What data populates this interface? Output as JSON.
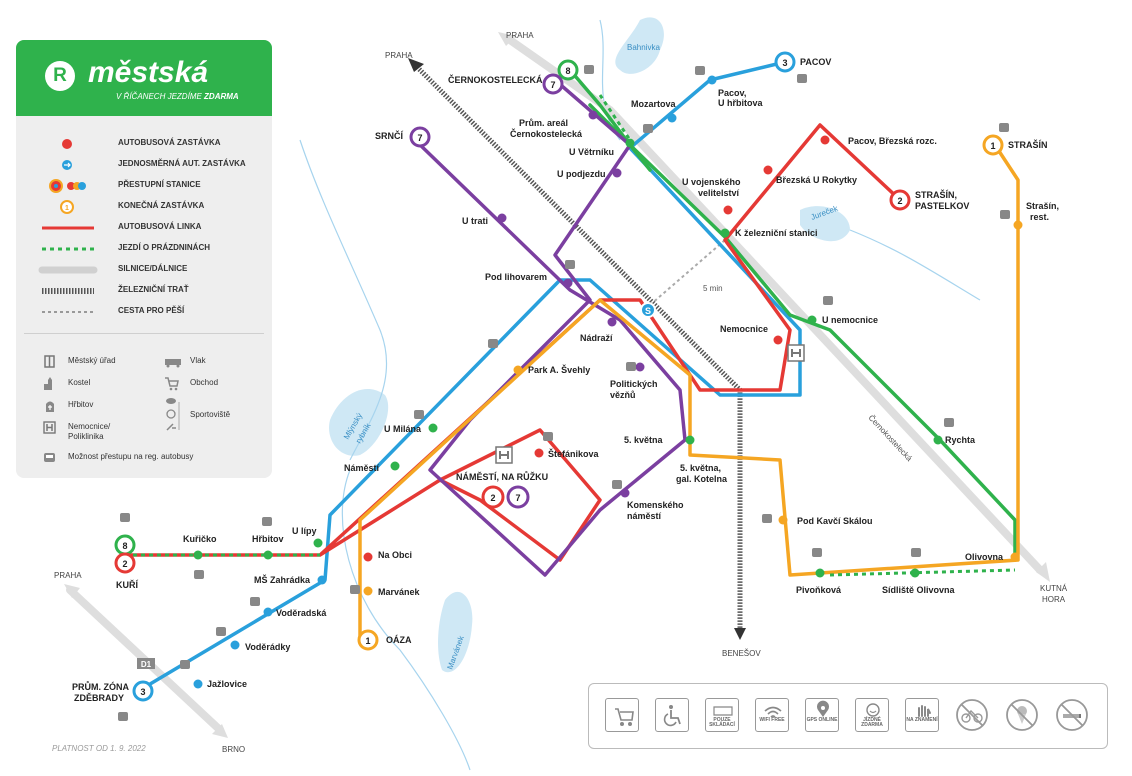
{
  "brand": {
    "logo_letter": "R",
    "name": "městská",
    "tagline_prefix": "V ŘÍČANECH JEZDÍME",
    "tagline_emph": "ZDARMA"
  },
  "legend": {
    "items": [
      {
        "label": "AUTOBUSOVÁ ZASTÁVKA"
      },
      {
        "label": "JEDNOSMĚRNÁ AUT. ZASTÁVKA"
      },
      {
        "label": "PŘESTUPNÍ STANICE"
      },
      {
        "label": "KONEČNÁ ZASTÁVKA"
      },
      {
        "label": "AUTOBUSOVÁ LINKA"
      },
      {
        "label": "JEZDÍ O PRÁZDNINÁCH"
      },
      {
        "label": "SILNICE/DÁLNICE"
      },
      {
        "label": "ŽELEZNIČNÍ TRAŤ"
      },
      {
        "label": "CESTA PRO PĚŠÍ"
      }
    ],
    "icons": {
      "town_hall": "Městský úřad",
      "train": "Vlak",
      "church": "Kostel",
      "shop": "Obchod",
      "cemetery": "Hřbitov",
      "hospital": "Nemocnice/ Poliklinika",
      "sports": "Sportoviště",
      "bus_transfer": "Možnost přestupu na reg. autobusy"
    },
    "hospital_lines": [
      "Nemocnice/",
      "Poliklinika"
    ]
  },
  "colors": {
    "line2": "#e53935",
    "line3": "#29a0dc",
    "line1": "#f5a623",
    "line7": "#7b3fa0",
    "line8": "#2fb24c",
    "road": "#dddddd",
    "water": "#cfe8f5"
  },
  "terminals": [
    {
      "num": "8",
      "name": "ČERNOKOSTELECKÁ"
    },
    {
      "num": "7",
      "name": "SRNČÍ"
    },
    {
      "num": "3",
      "name": "PACOV"
    },
    {
      "num": "1",
      "name": "STRAŠÍN"
    },
    {
      "num": "2",
      "name_lines": [
        "STRAŠÍN,",
        "PASTELKOV"
      ]
    },
    {
      "num": "8",
      "name": ""
    },
    {
      "num": "2",
      "name": "KUŘÍ"
    },
    {
      "num": "3",
      "name_lines": [
        "PRŮM. ZÓNA",
        "ZDĚBRADY"
      ]
    },
    {
      "num": "1",
      "name": "OÁZA"
    }
  ],
  "centre_stop": {
    "name": "NÁMĚSTÍ, NA RŮŽKU",
    "lines": [
      "2",
      "7"
    ]
  },
  "stops": [
    {
      "name_lines": [
        "Prům. areál",
        "Černokostelecká"
      ]
    },
    {
      "name_lines": [
        "Mozartova"
      ]
    },
    {
      "name_lines": [
        "Pacov,",
        "U hřbitova"
      ]
    },
    {
      "name_lines": [
        "U Větrníku"
      ]
    },
    {
      "name_lines": [
        "U podjezdu"
      ]
    },
    {
      "name_lines": [
        "U trati"
      ]
    },
    {
      "name_lines": [
        "Pod lihovarem"
      ]
    },
    {
      "name_lines": [
        "U vojenského",
        "velitelství"
      ]
    },
    {
      "name_lines": [
        "Březská U Rokytky"
      ]
    },
    {
      "name_lines": [
        "Pacov, Březská rozc."
      ]
    },
    {
      "name_lines": [
        "K železniční stanici"
      ]
    },
    {
      "name_lines": [
        "Strašín,",
        "rest."
      ]
    },
    {
      "name_lines": [
        "Nádraží"
      ]
    },
    {
      "name_lines": [
        "U nemocnice"
      ]
    },
    {
      "name_lines": [
        "Nemocnice"
      ]
    },
    {
      "name_lines": [
        "Park A. Švehly"
      ]
    },
    {
      "name_lines": [
        "Politických",
        "vězňů"
      ]
    },
    {
      "name_lines": [
        "U Milána"
      ]
    },
    {
      "name_lines": [
        "Náměstí"
      ]
    },
    {
      "name_lines": [
        "Štefánikova"
      ]
    },
    {
      "name_lines": [
        "5. května"
      ]
    },
    {
      "name_lines": [
        "5. května,",
        "gal. Kotelna"
      ]
    },
    {
      "name_lines": [
        "Komenského",
        "náměstí"
      ]
    },
    {
      "name_lines": [
        "Rychta"
      ]
    },
    {
      "name_lines": [
        "Kuřičko"
      ]
    },
    {
      "name_lines": [
        "Hřbitov"
      ]
    },
    {
      "name_lines": [
        "U lípy"
      ]
    },
    {
      "name_lines": [
        "Na Obci"
      ]
    },
    {
      "name_lines": [
        "MŠ Zahrádka"
      ]
    },
    {
      "name_lines": [
        "Marvánek"
      ]
    },
    {
      "name_lines": [
        "Voděradská"
      ]
    },
    {
      "name_lines": [
        "Voděrádky"
      ]
    },
    {
      "name_lines": [
        "Jažlovice"
      ]
    },
    {
      "name_lines": [
        "Pod Kavčí Skálou"
      ]
    },
    {
      "name_lines": [
        "Pivoňková"
      ]
    },
    {
      "name_lines": [
        "Sídliště Olivovna"
      ]
    },
    {
      "name_lines": [
        "Olivovna"
      ]
    }
  ],
  "directions": {
    "praha_top": "PRAHA",
    "praha_rail": "PRAHA",
    "praha_left": "PRAHA",
    "brno": "BRNO",
    "benesov": "BENEŠOV",
    "kutna_hora": [
      "KUTNÁ",
      "HORA"
    ],
    "d1": "D1"
  },
  "water_labels": {
    "bahnivka": "Bahnivka",
    "jurecek": "Jureček",
    "mlynsky": [
      "Mlýnský",
      "rybník"
    ],
    "marvanek": "Marvánek"
  },
  "road_label": "Černokostelecká",
  "walk_time": "5 min",
  "train_station_badge": "S",
  "amenities": [
    {
      "icon": "stroller-icon",
      "text": ""
    },
    {
      "icon": "wheelchair-icon",
      "text": ""
    },
    {
      "icon": "cash-only-icon",
      "text": "POUZE SKLÁDACÍ"
    },
    {
      "icon": "wifi-icon",
      "text": "WIFI FREE"
    },
    {
      "icon": "gps-icon",
      "text": "GPS ONLINE"
    },
    {
      "icon": "free-ride-icon",
      "text": "JÍZDNÉ ZDARMA"
    },
    {
      "icon": "stop-on-request-icon",
      "text": "NA ZNAMENÍ"
    },
    {
      "icon": "no-bicycle-icon",
      "text": ""
    },
    {
      "icon": "no-ice-cream-icon",
      "text": ""
    },
    {
      "icon": "no-smoking-icon",
      "text": ""
    }
  ],
  "validity": "PLATNOST OD 1. 9. 2022"
}
